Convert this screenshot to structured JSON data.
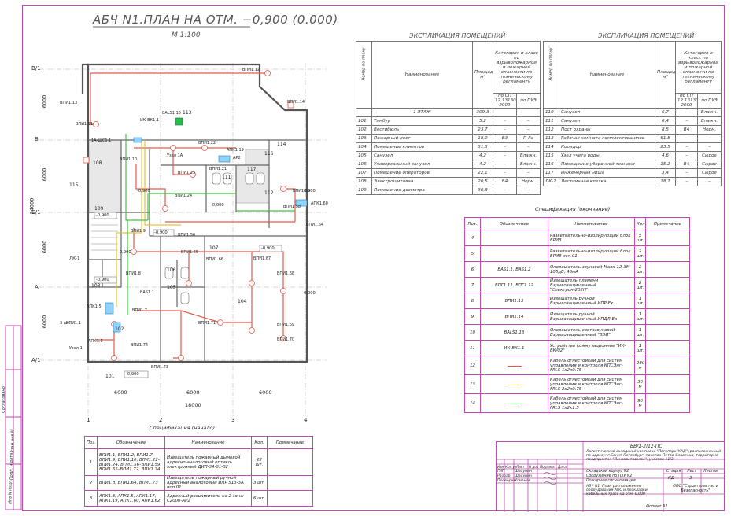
{
  "drawing": {
    "title": "АБЧ N1.ПЛАН НА ОТМ. −0,900 (0.000)",
    "scale": "М 1:100",
    "grid_rows": [
      "В/1",
      "Б",
      "Б/1",
      "А",
      "А/1"
    ],
    "grid_cols": [
      "1",
      "2",
      "3",
      "4"
    ],
    "dim_rows": [
      "6000",
      "6000",
      "24000",
      "6000",
      "6000"
    ],
    "dim_cols": [
      "6000",
      "6000",
      "6000"
    ],
    "dim_total": "18000",
    "device_labels": [
      "ВПИ1.12",
      "ВПИ1.13",
      "ВПИ1.11",
      "ВПИ1.14",
      "ВАLS1.15",
      "ИК-ВК1.1",
      "1А-ЩС1.1",
      "ВПИ1.10",
      "ВПИ1.22",
      "АПК1.19",
      "АР2",
      "ВПИ1.23",
      "ВПИ1.21",
      "ВПИ1.24",
      "ВПИ1.59",
      "АПК1.60",
      "ВПИ1.58",
      "ВПИ1.9",
      "ВПИ1.56",
      "ВПИ1.64",
      "ВПИ1.65",
      "ВПИ1.66",
      "ВПИ1.67",
      "ВПИ1.68",
      "ВПИ1.8",
      "ВАS1.1",
      "ВПИ1.7",
      "ВПИ1.71",
      "ВПИ1.69",
      "ВПИ1.70",
      "АПК1.5",
      "АПК1.3",
      "ВПИ1.1",
      "ВПИ1.74",
      "ВПИ1.73",
      "Узел 1А",
      "Узел 1",
      "3 шт.",
      "ЛК-1"
    ],
    "room_numbers": [
      "108",
      "109",
      "115",
      "116",
      "117",
      "111",
      "112",
      "113",
      "114",
      "107",
      "106",
      "105",
      "104",
      "101",
      "102",
      "103"
    ],
    "levels": [
      "-0,900",
      "-0,900",
      "-0,900",
      "-0,900",
      "-0,900",
      "-0,900",
      "-0,900",
      "-0,900",
      "0,000",
      "0,000"
    ],
    "sidebar_labels": [
      "Инв.N подл.",
      "Подп. и дата",
      "Взам.инв.N",
      "Согласовано"
    ]
  },
  "explication_left": {
    "title": "ЭКСПЛИКАЦИЯ ПОМЕЩЕНИЙ",
    "headers": {
      "no": "Номер по плану",
      "name": "Наименование",
      "area": "Площадь, м²",
      "cat": "Категория и класс по взрывопожарной и пожарной опасности по техническому регламенту",
      "sp": "по СП 12.13130 2009",
      "pue": "по ПУЭ"
    },
    "floor_row": {
      "name": "1 ЭТАЖ",
      "area": "309,3"
    },
    "rows": [
      {
        "no": "101",
        "name": "Тамбур",
        "area": "5,2",
        "sp": "–",
        "pue": "–"
      },
      {
        "no": "102",
        "name": "Вестибюль",
        "area": "23,7",
        "sp": "–",
        "pue": "–"
      },
      {
        "no": "103",
        "name": "Пожарный пост",
        "area": "18,2",
        "sp": "В3",
        "pue": "П-IIа"
      },
      {
        "no": "104",
        "name": "Помещение клиентов",
        "area": "31,3",
        "sp": "–",
        "pue": "–"
      },
      {
        "no": "105",
        "name": "Санузел",
        "area": "4,2",
        "sp": "–",
        "pue": "Влажн."
      },
      {
        "no": "106",
        "name": "Универсальный санузел",
        "area": "4,2",
        "sp": "–",
        "pue": "Влажн."
      },
      {
        "no": "107",
        "name": "Помещение операторов",
        "area": "22,1",
        "sp": "–",
        "pue": "–"
      },
      {
        "no": "108",
        "name": "Электрощитовая",
        "area": "20,5",
        "sp": "В4",
        "pue": "Норм."
      },
      {
        "no": "109",
        "name": "Помещение досмотра",
        "area": "30,8",
        "sp": "–",
        "pue": "–"
      }
    ]
  },
  "explication_right": {
    "title": "ЭКСПЛИКАЦИЯ ПОМЕЩЕНИЙ",
    "rows": [
      {
        "no": "110",
        "name": "Санузел",
        "area": "6,7",
        "sp": "–",
        "pue": "Влажн."
      },
      {
        "no": "111",
        "name": "Санузел",
        "area": "6,4",
        "sp": "–",
        "pue": "Влажн."
      },
      {
        "no": "112",
        "name": "Пост охраны",
        "area": "8,5",
        "sp": "В4",
        "pue": "Норм."
      },
      {
        "no": "113",
        "name": "Рабочая комната комплектовщиков",
        "area": "61,8",
        "sp": "–",
        "pue": "–"
      },
      {
        "no": "114",
        "name": "Коридор",
        "area": "23,5",
        "sp": "–",
        "pue": "–"
      },
      {
        "no": "115",
        "name": "Узел учета воды",
        "area": "4,6",
        "sp": "–",
        "pue": "Сырое"
      },
      {
        "no": "116",
        "name": "Помещение уборочной техники",
        "area": "15,2",
        "sp": "В4",
        "pue": "Сырое"
      },
      {
        "no": "117",
        "name": "Инженерная ниша",
        "area": "3,4",
        "sp": "–",
        "pue": "Сырое"
      },
      {
        "no": "ЛК-1",
        "name": "Лестничная клетка",
        "area": "18,7",
        "sp": "–",
        "pue": "–"
      }
    ]
  },
  "spec_end": {
    "title": "Спецификация (окончание)",
    "headers": {
      "pos": "Поз.",
      "des": "Обозначение",
      "name": "Наименование",
      "qty": "Кол.",
      "note": "Примечание"
    },
    "rows": [
      {
        "pos": "4",
        "des": "",
        "name": "Разветвительно-изолирующий блок БРИЗ",
        "qty": "5 шт."
      },
      {
        "pos": "5",
        "des": "",
        "name": "Разветвительно-изолирующий блок БРИЗ исп.01",
        "qty": "2 шт."
      },
      {
        "pos": "6",
        "des": "ВАS1.1, ВАS1.2",
        "name": "Оповещатель звуковой Маяк-12-3М 105дБ, 40мА",
        "qty": "2 шт."
      },
      {
        "pos": "7",
        "des": "ВПГ1.11, ВПГ1.12",
        "name": "Извещатель пламени Взрывозащищенный \"Спектрон-202Н\"",
        "qty": "2 шт."
      },
      {
        "pos": "8",
        "des": "ВПИ1.13",
        "name": "Извещатель ручной Взрывозащищенный ИПР-Ex",
        "qty": "1 шт."
      },
      {
        "pos": "9",
        "des": "ВПИ1.14",
        "name": "Извещатель ручной Взрывозащищенный ИПДЛ-Ex",
        "qty": "1 шт."
      },
      {
        "pos": "10",
        "des": "ВАLS1.13",
        "name": "Оповещатель светозвуковой Взрывозащищенный \"ВЭИ\"",
        "qty": "1 шт."
      },
      {
        "pos": "11",
        "des": "ИК-ВК1.1",
        "name": "Устройство коммутационное \"ИК-ВК/02\"",
        "qty": "1 шт."
      },
      {
        "pos": "12",
        "des": "",
        "name": "Кабель огнестойкий для систем управления и контроля КПСЭнг-FRLS 1х2х0.75",
        "qty": "280 м",
        "color": "#e35a4a"
      },
      {
        "pos": "13",
        "des": "",
        "name": "Кабель огнестойкий для систем управления и контроля КПСЭнг-FRLS 2х2х0.75",
        "qty": "30 м",
        "color": "#e7c13a"
      },
      {
        "pos": "14",
        "des": "",
        "name": "Кабель огнестойкий для систем управления и контроля КПСЭнг-FRLS 1х2х1.5",
        "qty": "90 м",
        "color": "#3cc43c"
      }
    ]
  },
  "spec_begin": {
    "title": "Спецификация (начало)",
    "rows": [
      {
        "pos": "1",
        "des": "ВПИ1.1, ВПИ1.2, ВПИ1.7, ВПИ1.9, ВПИ1.10, ВПИ1.22–ВПИ1.24, ВПИ1.56–ВПИ1.59, ВПИ1.65–ВПИ1.72, ВПИ1.74",
        "name": "Извещатель пожарный дымовой адресно-аналоговый оптико-электронный ДИП-34-01-02",
        "qty": "22 шт."
      },
      {
        "pos": "2",
        "des": "ВПИ1.8, ВПИ1.64, ВПИ1.73",
        "name": "Извещатель пожарный ручной адресный аналоговый ИПР 513-3А исп.01",
        "qty": "3 шт."
      },
      {
        "pos": "3",
        "des": "АПК1.3, АПК1.5, АПК1.17, АПК1.19, АПК1.60, АПК1.62",
        "name": "Адресный расширитель на 2 зоны С2000-АР2",
        "qty": "6 шт."
      }
    ]
  },
  "stamp": {
    "code": "ВВ/1-2/12-ПС",
    "project": "Логистический складской комплекс \"Логопарк\"КАД\", расположенный по адресу: г.Санкт-Петербург, поселок Петро-Славянка, территория предприятия \"Ленсоветовское\", участок 11/3",
    "building": "Складской корпус N2",
    "structure": "Сооружение по ПЗУ N2",
    "system": "Пожарная сигнализация",
    "sheet_title": "АБЧ N1. План расположения оборудования АПС и прокладки кабельных трасс на отм. 0,000",
    "stage_label": "Стадия",
    "sheet_label": "Лист",
    "sheets_label": "Листов",
    "stage": "КД",
    "sheet": "3",
    "company": "ООО \"Строительство и Безопасность\"",
    "format": "Формат А2",
    "col_headers": [
      "Изм",
      "Кол.уч",
      "Лист",
      "N док",
      "Подпись",
      "Дата"
    ],
    "roles": [
      {
        "role": "ГИП",
        "name": "Шахунин"
      },
      {
        "role": "Разраб.",
        "name": "Шахунин"
      },
      {
        "role": "Проверил",
        "name": "Усманов"
      }
    ]
  }
}
